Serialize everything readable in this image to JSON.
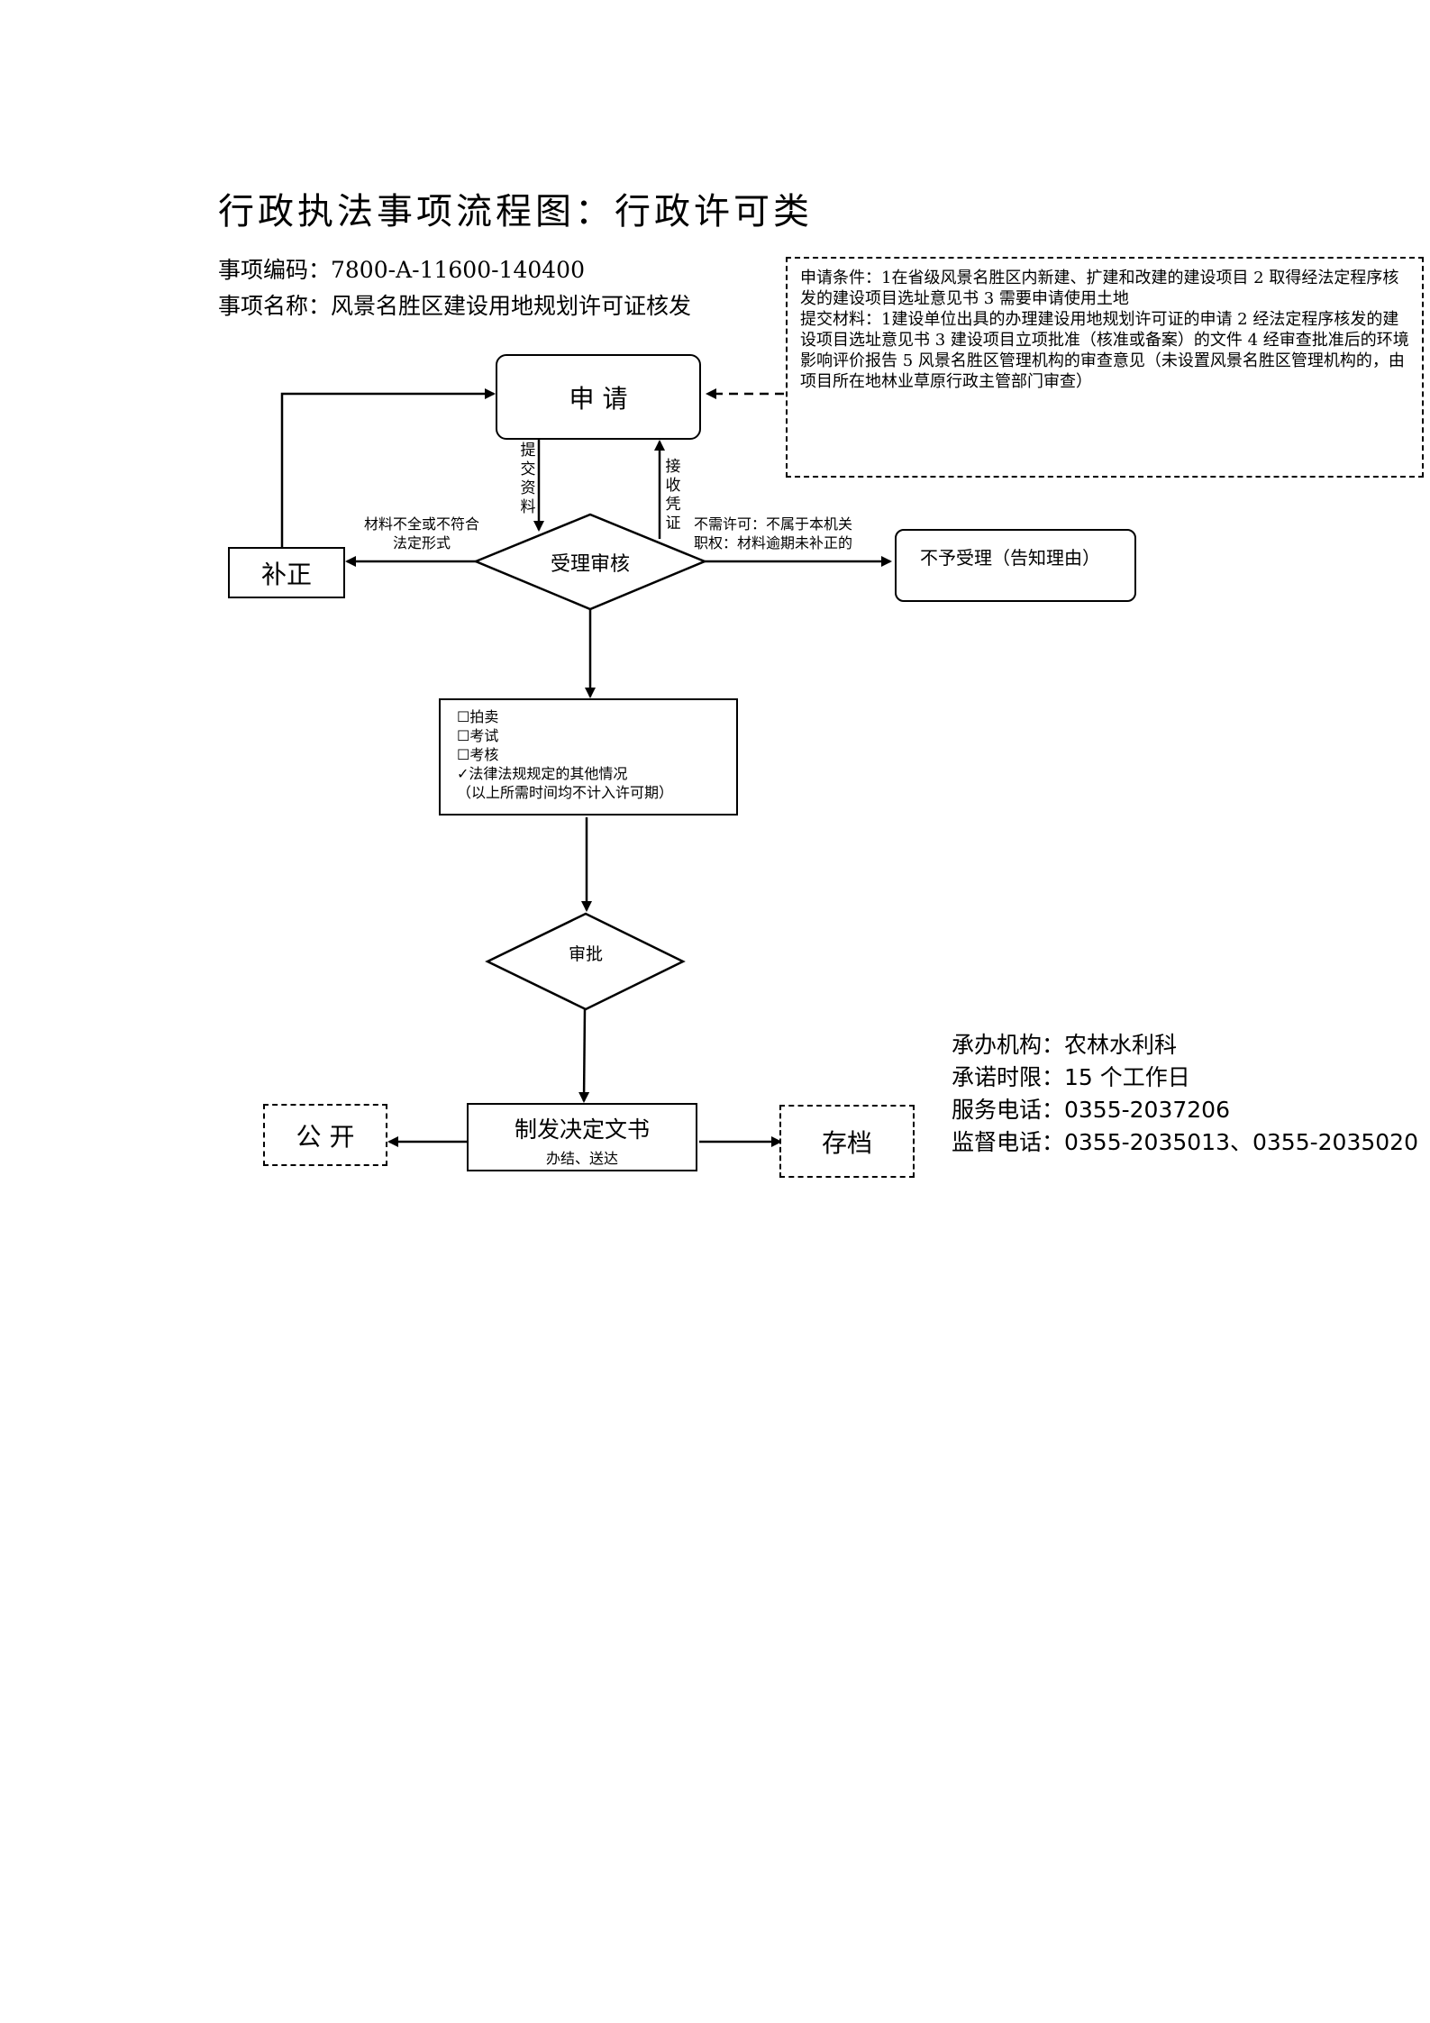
{
  "title": "行政执法事项流程图：行政许可类",
  "item_code": "事项编码：7800-A-11600-140400",
  "item_name": "事项名称：风景名胜区建设用地规划许可证核发",
  "conditions": {
    "line1": "申请条件：1在省级风景名胜区内新建、扩建和改建的建设项目 2 取得经法定程序核发的建设项目选址意见书 3 需要申请使用土地",
    "line2": "提交材料：1建设单位出具的办理建设用地规划许可证的申请 2 经法定程序核发的建设项目选址意见书 3 建设项目立项批准（核准或备案）的文件 4 经审查批准后的环境影响评价报告 5 风景名胜区管理机构的审查意见（未设置风景名胜区管理机构的，由项目所在地林业草原行政主管部门审查）"
  },
  "nodes": {
    "apply": "申 请",
    "review": "受理审核",
    "correct": "补正",
    "reject": "不予受理（告知理由）",
    "approve": "审批",
    "decision": "制发决定文书",
    "decision_sub": "办结、送达",
    "publish": "公 开",
    "archive": "存档"
  },
  "edges": {
    "submit": [
      "提",
      "交",
      "资",
      "料"
    ],
    "receipt": [
      "接",
      "收",
      "凭",
      "证"
    ],
    "incomplete_1": "材料不全或不符合",
    "incomplete_2": "法定形式",
    "no_permit_1": "不需许可：不属于本机关",
    "no_permit_2": "职权：材料逾期未补正的"
  },
  "options": [
    "☐拍卖",
    "☐考试",
    "☐考核",
    "✓法律法规规定的其他情况",
    "（以上所需时间均不计入许可期）"
  ],
  "contact": {
    "agency": "承办机构：农林水利科",
    "limit": "承诺时限：15 个工作日",
    "service_phone": "服务电话：0355-2037206",
    "supervision_phone": "监督电话：0355-2035013、0355-2035020"
  }
}
